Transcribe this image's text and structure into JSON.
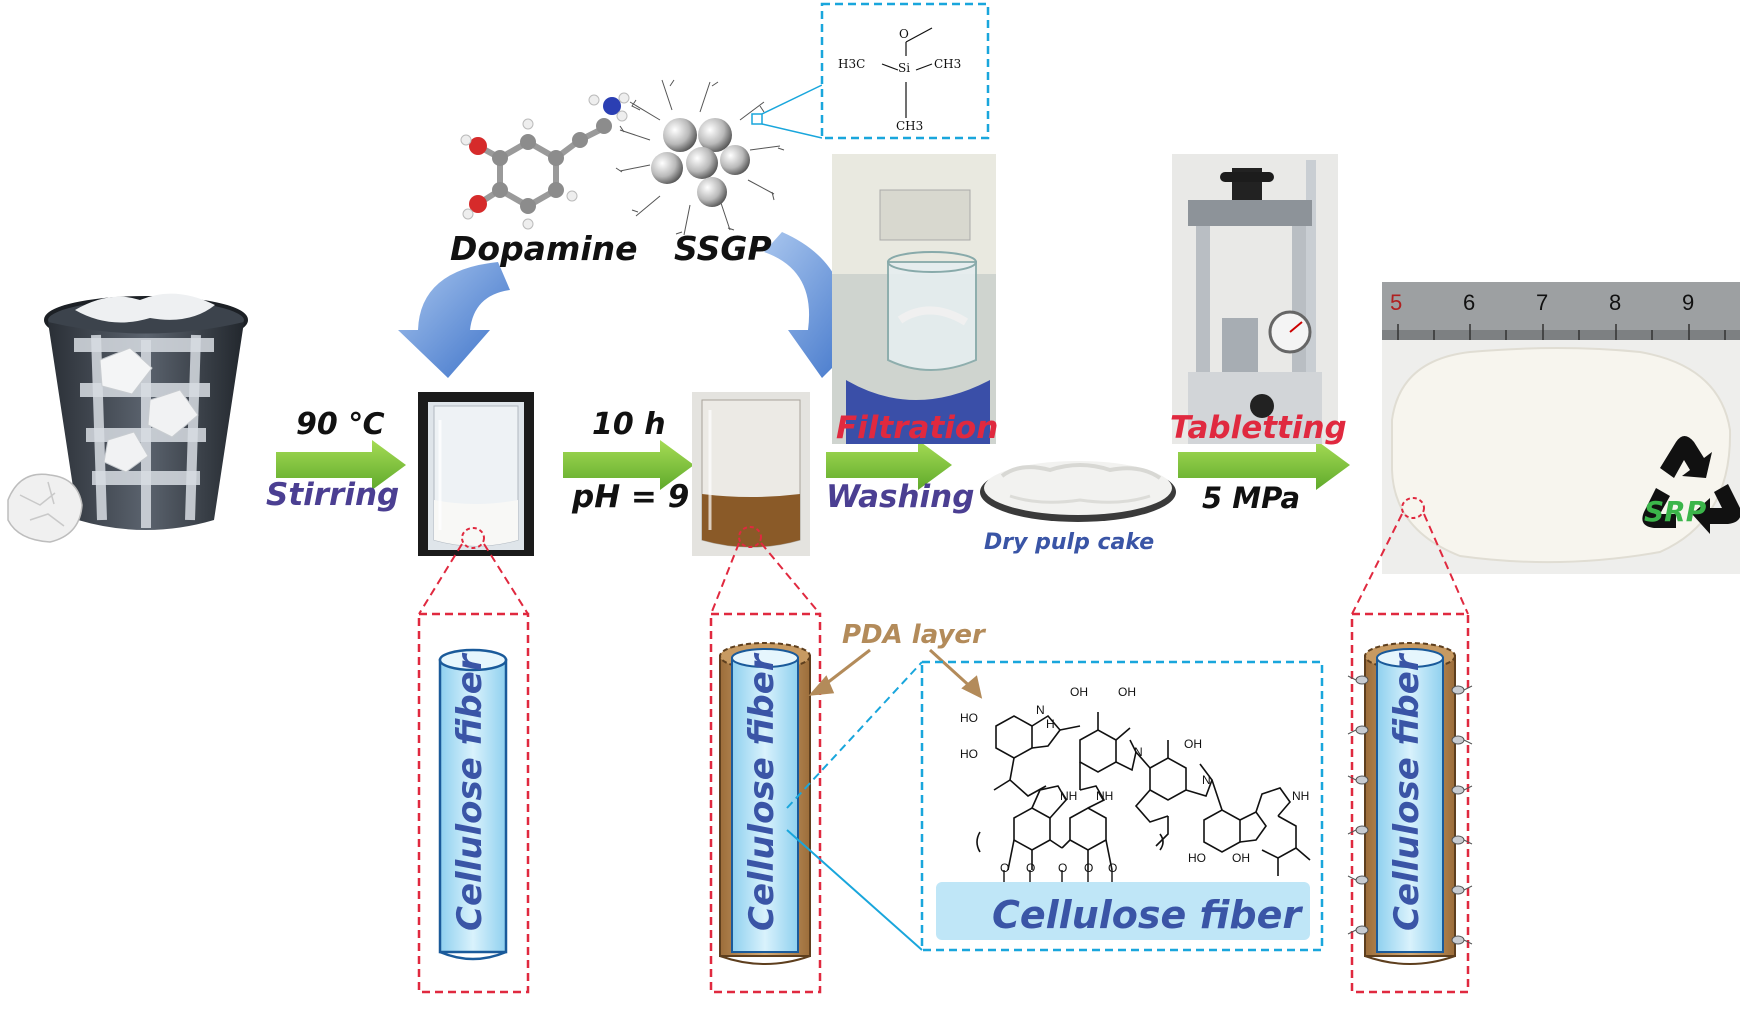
{
  "steps": {
    "stirring_temp": "90 ℃",
    "stirring": "Stirring",
    "dopamine": "Dopamine",
    "ssgp": "SSGP",
    "time": "10 h",
    "ph": "pH = 9",
    "filtration": "Filtration",
    "washing": "Washing",
    "dry_pulp_cake": "Dry pulp cake",
    "tabletting": "Tabletting",
    "pressure": "5 MPa",
    "srp": "SRP"
  },
  "fiber": {
    "label": "Cellulose fiber",
    "pda_layer": "PDA layer",
    "base_label": "Cellulose fiber"
  },
  "silane": {
    "o": "O",
    "si": "Si",
    "ch3_left": "H3C",
    "ch3_right": "CH3",
    "ch3_bottom": "CH3"
  },
  "pda_structure": {
    "ho_labels": [
      "HO",
      "HO",
      "OH",
      "OH",
      "OH",
      "HO",
      "OH"
    ],
    "nh_labels": [
      "N",
      "H",
      "NH",
      "NH",
      "NH",
      "N",
      "N"
    ],
    "o_label": "O"
  },
  "ruler": {
    "ticks": [
      "5",
      "6",
      "7",
      "8",
      "9"
    ]
  },
  "colors": {
    "arrow_green": "#7ec43b",
    "dash_red": "#e0293f",
    "dash_blue": "#19a6dc",
    "fiber_fill": "#bfe6f7",
    "pda_brown": "#b38b5a"
  }
}
